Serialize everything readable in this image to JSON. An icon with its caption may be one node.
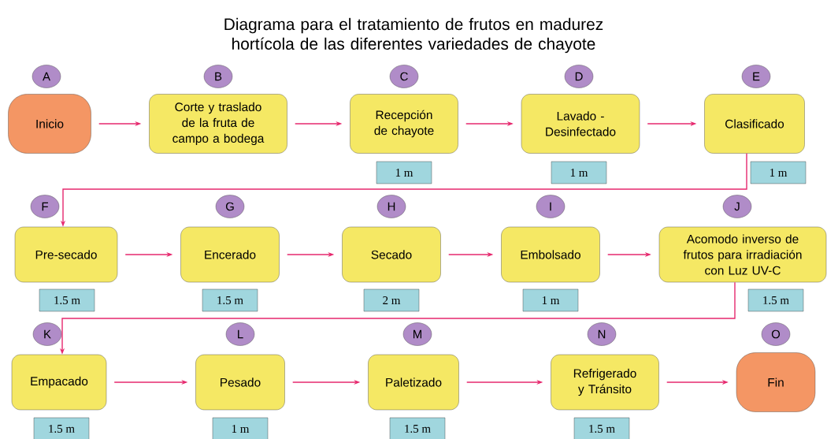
{
  "diagram": {
    "title": "Diagrama para el tratamiento de frutos en madurez hortícola de las diferentes variedades de chayote",
    "nodes": [
      {
        "text": [
          "Inicio"
        ],
        "beside": [
          "A"
        ]
      },
      {
        "text": [
          "Corte y traslado de la fruta de campo a bodega"
        ],
        "beside": [
          "B"
        ]
      },
      {
        "text": [
          "Recepción de chayote"
        ],
        "beside": [
          "C",
          "1 m"
        ]
      },
      {
        "text": [
          "Lavado - Desinfectado"
        ],
        "beside": [
          "D",
          "1 m"
        ]
      },
      {
        "text": [
          "Clasificado"
        ],
        "beside": [
          "E",
          "1 m"
        ]
      },
      {
        "text": [
          "Pre-secado"
        ],
        "beside": [
          "F",
          "1.5 m"
        ]
      },
      {
        "text": [
          "Encerado"
        ],
        "beside": [
          "G",
          "1.5 m"
        ]
      },
      {
        "text": [
          "Secado"
        ],
        "beside": [
          "H",
          "2 m"
        ]
      },
      {
        "text": [
          "Embolsado"
        ],
        "beside": [
          "I",
          "1 m"
        ]
      },
      {
        "text": [
          "Acomodo inverso de frutos para irradiación con Luz UV-C"
        ],
        "beside": [
          "J",
          "1.5 m"
        ]
      },
      {
        "text": [
          "Empacado"
        ],
        "beside": [
          "K",
          "1.5 m"
        ]
      },
      {
        "text": [
          "Pesado"
        ],
        "beside": [
          "L",
          "1 m"
        ]
      },
      {
        "text": [
          "Paletizado"
        ],
        "beside": [
          "M",
          "1.5 m"
        ]
      },
      {
        "text": [
          "Refrigerado y Tránsito"
        ],
        "beside": [
          "N",
          "1.5 m"
        ]
      },
      {
        "text": [
          "Fin"
        ],
        "beside": [
          "O"
        ]
      }
    ],
    "edges": [
      {
        "from": 0,
        "to": 1,
        "arrow": "to"
      },
      {
        "from": 1,
        "to": 2,
        "arrow": "to"
      },
      {
        "from": 2,
        "to": 3,
        "arrow": "to"
      },
      {
        "from": 3,
        "to": 4,
        "arrow": "to"
      },
      {
        "from": 4,
        "to": 5,
        "arrow": "to"
      },
      {
        "from": 5,
        "to": 6,
        "arrow": "to"
      },
      {
        "from": 6,
        "to": 7,
        "arrow": "to"
      },
      {
        "from": 7,
        "to": 8,
        "arrow": "to"
      },
      {
        "from": 8,
        "to": 9,
        "arrow": "to"
      },
      {
        "from": 9,
        "to": 10,
        "arrow": "to"
      },
      {
        "from": 10,
        "to": 11,
        "arrow": "to"
      },
      {
        "from": 11,
        "to": 12,
        "arrow": "to"
      },
      {
        "from": 12,
        "to": 13,
        "arrow": "to"
      },
      {
        "from": 13,
        "to": 14,
        "arrow": "to"
      }
    ]
  }
}
